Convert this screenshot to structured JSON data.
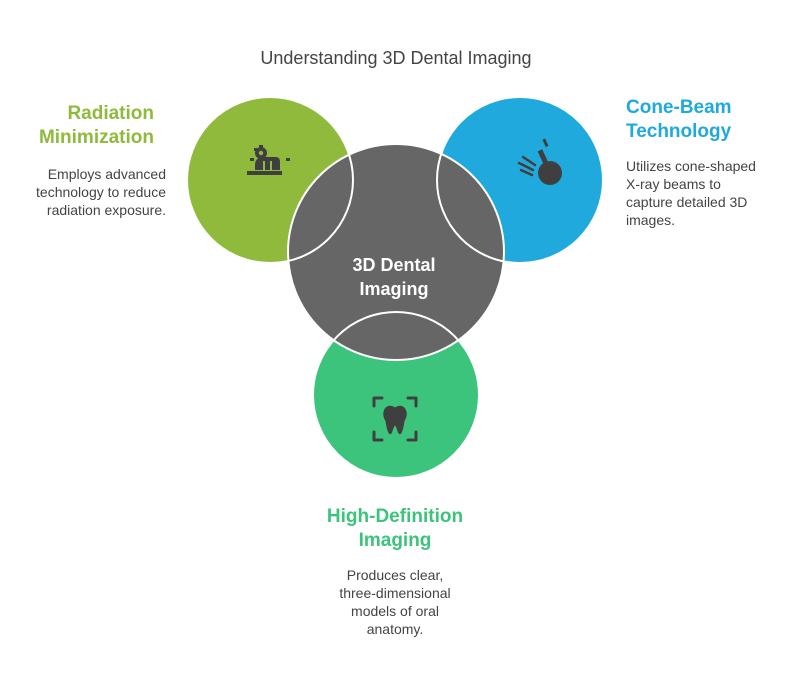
{
  "title": "Understanding 3D Dental Imaging",
  "center": {
    "label_line1": "3D Dental",
    "label_line2": "Imaging",
    "color": "#666666"
  },
  "sections": {
    "radiation": {
      "heading_line1": "Radiation",
      "heading_line2": "Minimization",
      "desc_line1": "Employs advanced",
      "desc_line2": "technology to reduce",
      "desc_line3": "radiation exposure.",
      "color": "#8fba3b",
      "icon": "radiation-helmet-icon"
    },
    "cone_beam": {
      "heading_line1": "Cone-Beam",
      "heading_line2": "Technology",
      "desc_line1": "Utilizes cone-shaped",
      "desc_line2": "X-ray beams to",
      "desc_line3": "capture detailed 3D",
      "desc_line4": "images.",
      "color": "#20a9dc",
      "icon": "xray-beam-icon"
    },
    "high_definition": {
      "heading_line1": "High-Definition",
      "heading_line2": "Imaging",
      "desc_line1": "Produces clear,",
      "desc_line2": "three-dimensional",
      "desc_line3": "models of oral",
      "desc_line4": "anatomy.",
      "color": "#3cc47c",
      "icon": "tooth-scan-icon"
    }
  }
}
